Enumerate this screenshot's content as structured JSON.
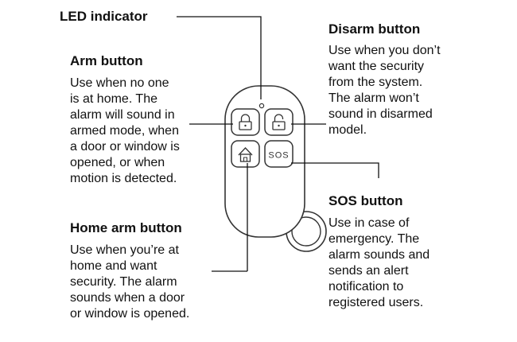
{
  "labels": {
    "led": {
      "title": "LED indicator"
    },
    "arm": {
      "title": "Arm button",
      "lines": [
        "Use when no one",
        "is at home. The",
        "alarm will sound in",
        "armed mode, when",
        "a door or window is",
        "opened, or when",
        "motion is detected."
      ]
    },
    "home_arm": {
      "title": "Home arm button",
      "lines": [
        "Use when you’re at",
        "home and want",
        "security. The alarm",
        "sounds when a door",
        "or window is opened."
      ]
    },
    "disarm": {
      "title": "Disarm button",
      "lines": [
        "Use when you don’t",
        "want the security",
        "from the system.",
        "The alarm won’t",
        "sound in disarmed",
        "model."
      ]
    },
    "sos": {
      "title": "SOS button",
      "lines": [
        "Use in case of",
        "emergency. The",
        "alarm sounds and",
        "sends an alert",
        "notification to",
        "registered users."
      ]
    }
  },
  "remote": {
    "sos_button_text": "SOS",
    "buttons": [
      "arm",
      "disarm",
      "home-arm",
      "sos"
    ]
  },
  "colors": {
    "line": "#111111",
    "outline": "#333333",
    "background": "#ffffff"
  }
}
